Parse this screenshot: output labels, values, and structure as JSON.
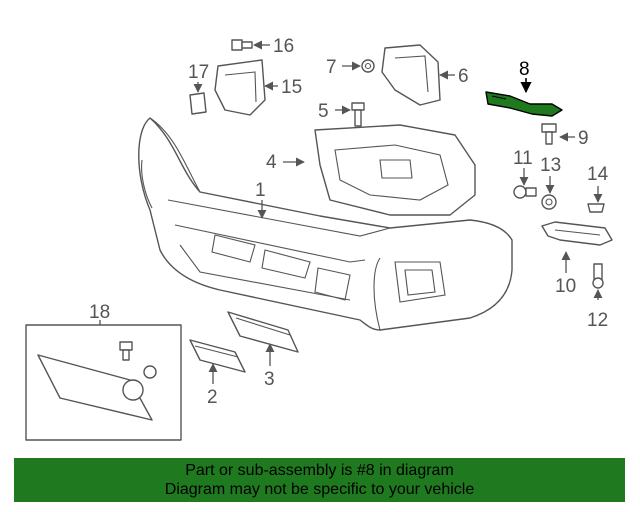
{
  "diagram": {
    "callouts": {
      "c1": "1",
      "c2": "2",
      "c3": "3",
      "c4": "4",
      "c5": "5",
      "c6": "6",
      "c7": "7",
      "c8": "8",
      "c9": "9",
      "c10": "10",
      "c11": "11",
      "c12": "12",
      "c13": "13",
      "c14": "14",
      "c15": "15",
      "c16": "16",
      "c17": "17",
      "c18": "18"
    },
    "highlight_part": "8",
    "colors": {
      "line": "#555555",
      "highlight_fill": "#1f7a1f",
      "banner_bg": "#1f7a1f"
    }
  },
  "banner": {
    "line1": "Part or sub-assembly is #8 in diagram",
    "line2": "Diagram may not be specific to your vehicle"
  }
}
